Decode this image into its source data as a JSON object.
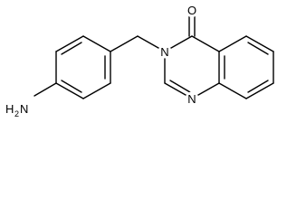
{
  "molecule": {
    "atoms": {
      "oxygen": "O",
      "n3": "N",
      "n1": "N",
      "amine_h": "H",
      "amine_sub": "2",
      "amine_n": "N"
    },
    "colors": {
      "bond": "#000000",
      "background": "#ffffff"
    }
  }
}
